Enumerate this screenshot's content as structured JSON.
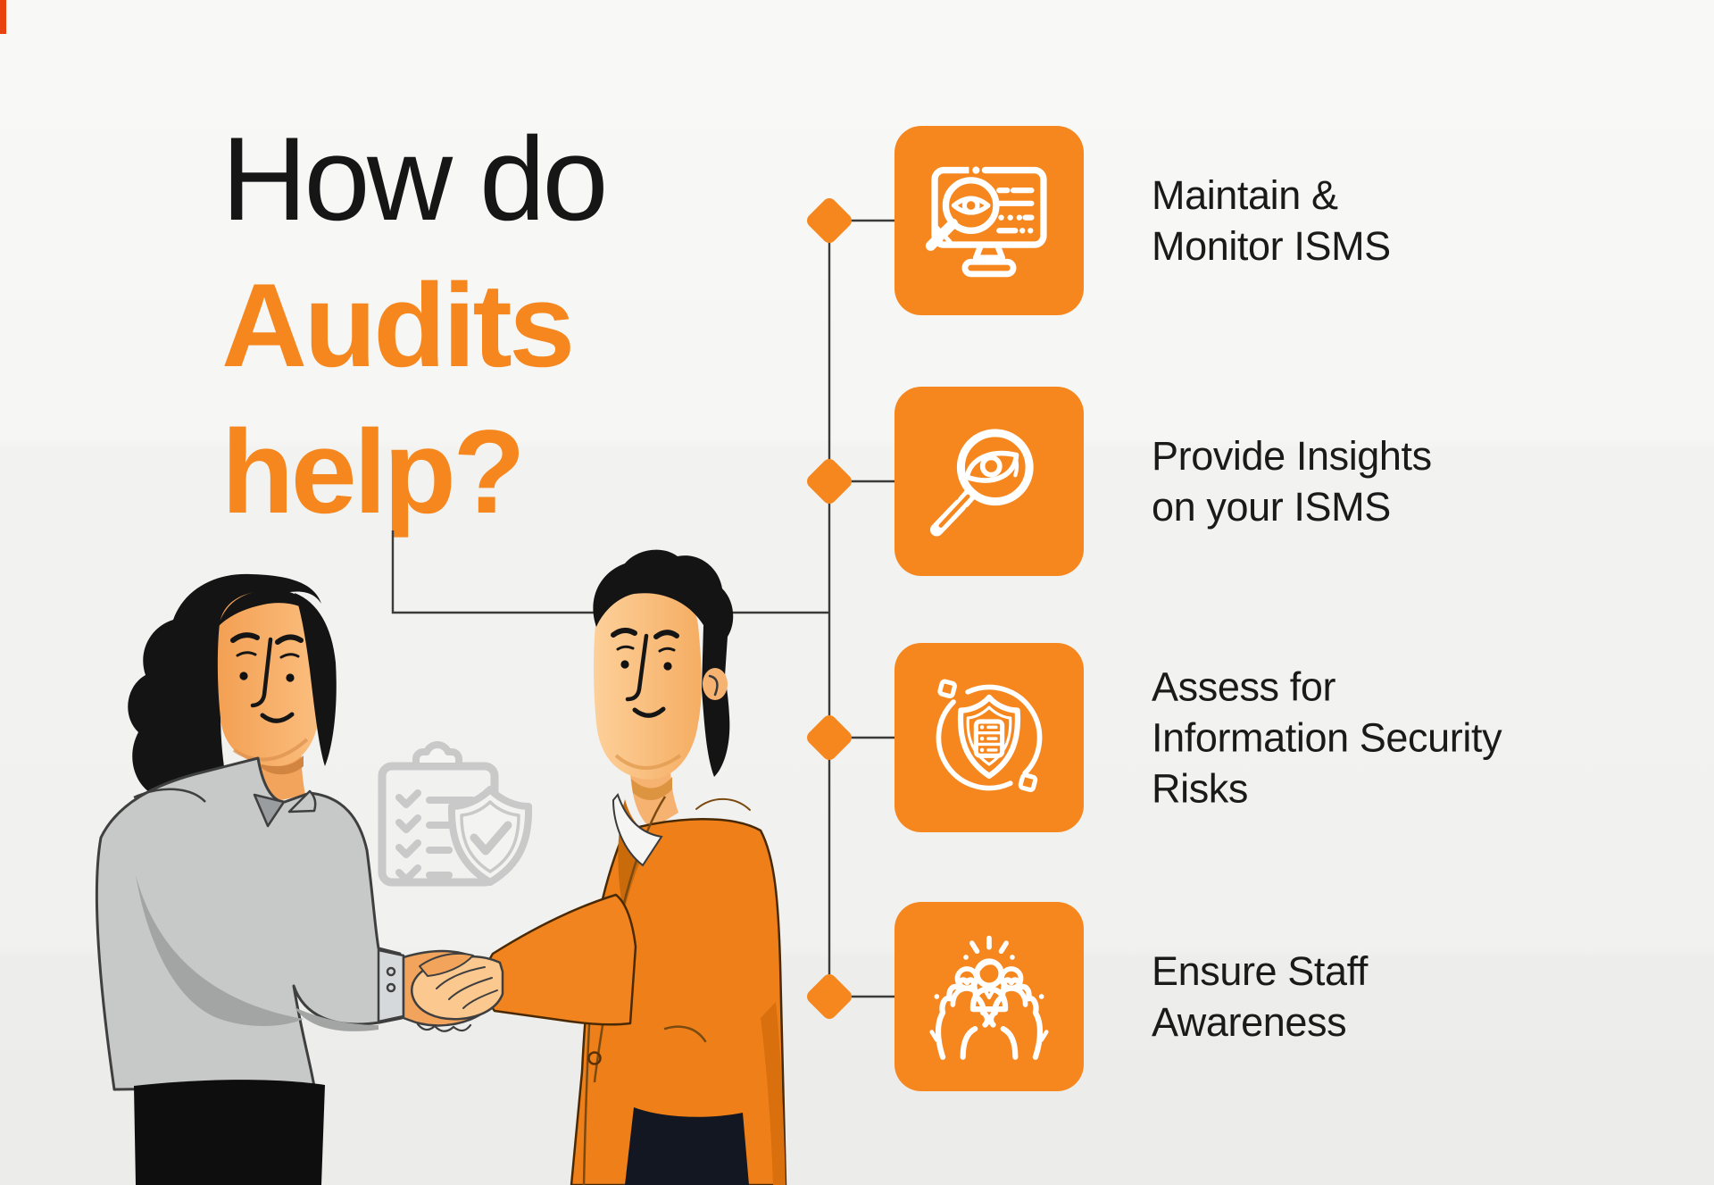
{
  "title": {
    "line1": "How do",
    "line2": "Audits",
    "line3": "help?"
  },
  "timeline": {
    "items": [
      {
        "icon": "monitor-audit-icon",
        "label": "Maintain &\nMonitor ISMS"
      },
      {
        "icon": "magnifier-eye-icon",
        "label": "Provide Insights\non your ISMS"
      },
      {
        "icon": "shield-database-icon",
        "label": "Assess for\nInformation Security\nRisks"
      },
      {
        "icon": "hands-people-icon",
        "label": "Ensure Staff\nAwareness"
      }
    ]
  },
  "illustration": {
    "scene": "two-businessmen-handshake",
    "watermark": "clipboard-shield-check-icon"
  },
  "colors": {
    "accent_orange": "#f6871e",
    "title_black": "#161616",
    "label_text": "#1a1a1a",
    "connector_line": "#3b3b3b",
    "watermark_gray": "#c9c9c9"
  }
}
